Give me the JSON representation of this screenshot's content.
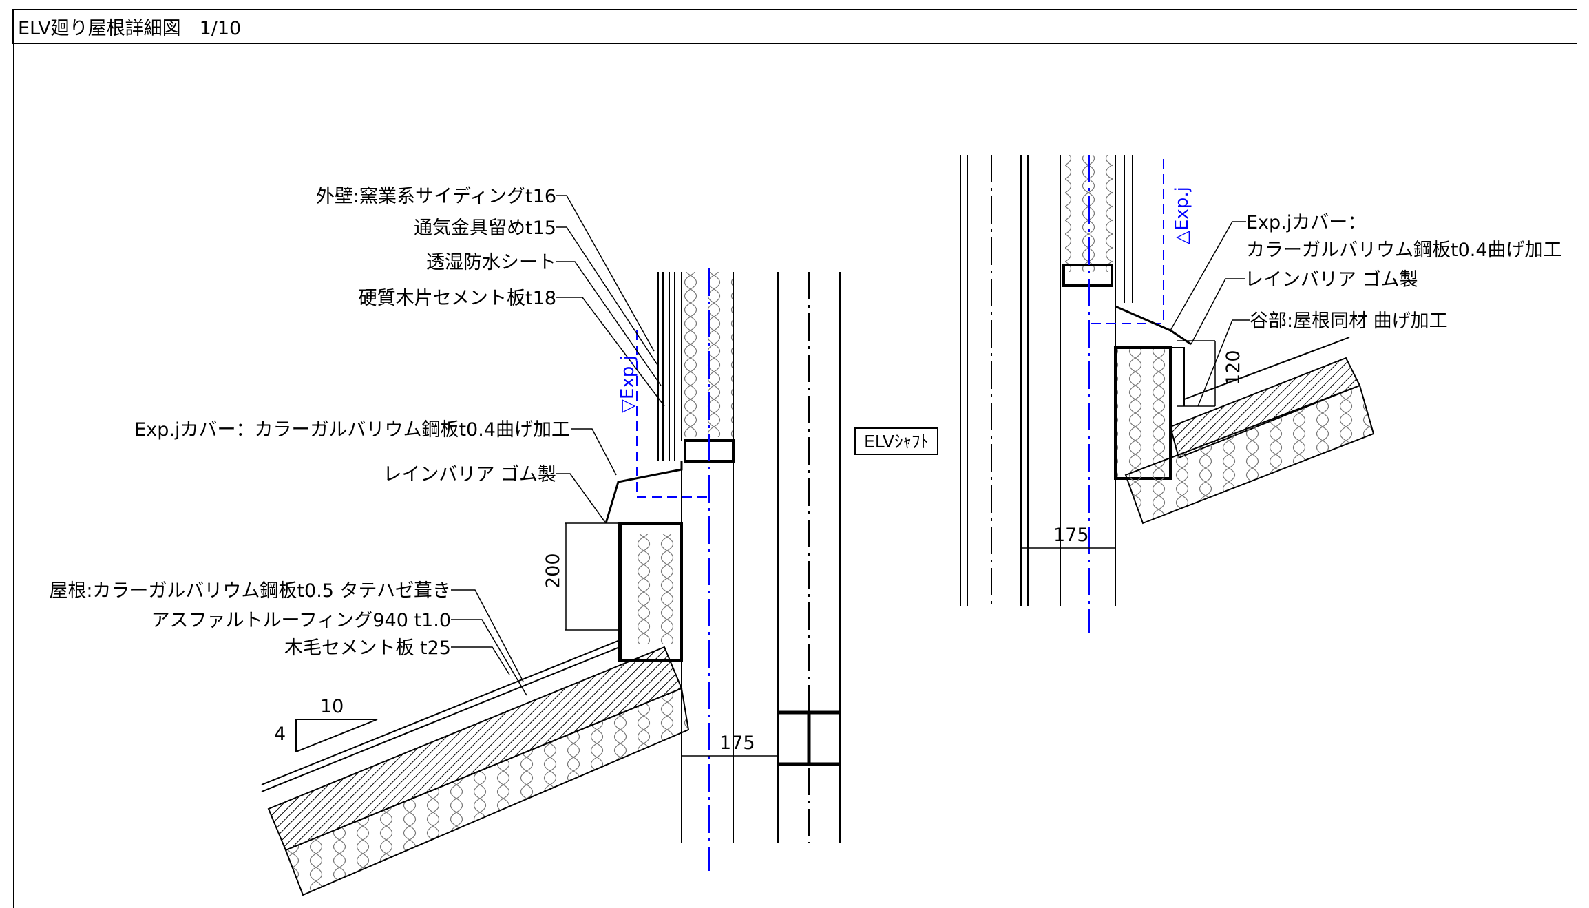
{
  "title": "ELV廻り屋根詳細図　1/10",
  "shaft_label": "ELVｼｬﾌﾄ",
  "left_labels": {
    "wall1": "外壁:窯業系サイディングt16",
    "wall2": "通気金具留めt15",
    "wall3": "透湿防水シート",
    "wall4": "硬質木片セメント板t18",
    "cover": "Exp.jカバー：カラーガルバリウム鋼板t0.4曲げ加工",
    "barrier": "レインバリア ゴム製",
    "roof1": "屋根:カラーガルバリウム鋼板t0.5 タテハゼ葺き",
    "roof2": "アスファルトルーフィング940 t1.0",
    "roof3": "木毛セメント板 t25"
  },
  "right_labels": {
    "cover1": "Exp.jカバー：",
    "cover2": "カラーガルバリウム鋼板t0.4曲げ加工",
    "barrier": "レインバリア ゴム製",
    "valley": "谷部:屋根同材 曲げ加工"
  },
  "exp_left": "▽Exp.j",
  "exp_right": "△Exp.j",
  "dims": {
    "left_h": "200",
    "left_w": "175",
    "right_h": "120",
    "right_w": "175",
    "slope_run": "10",
    "slope_rise": "4"
  },
  "colors": {
    "line": "#000000",
    "exp_line": "#0000ff"
  }
}
